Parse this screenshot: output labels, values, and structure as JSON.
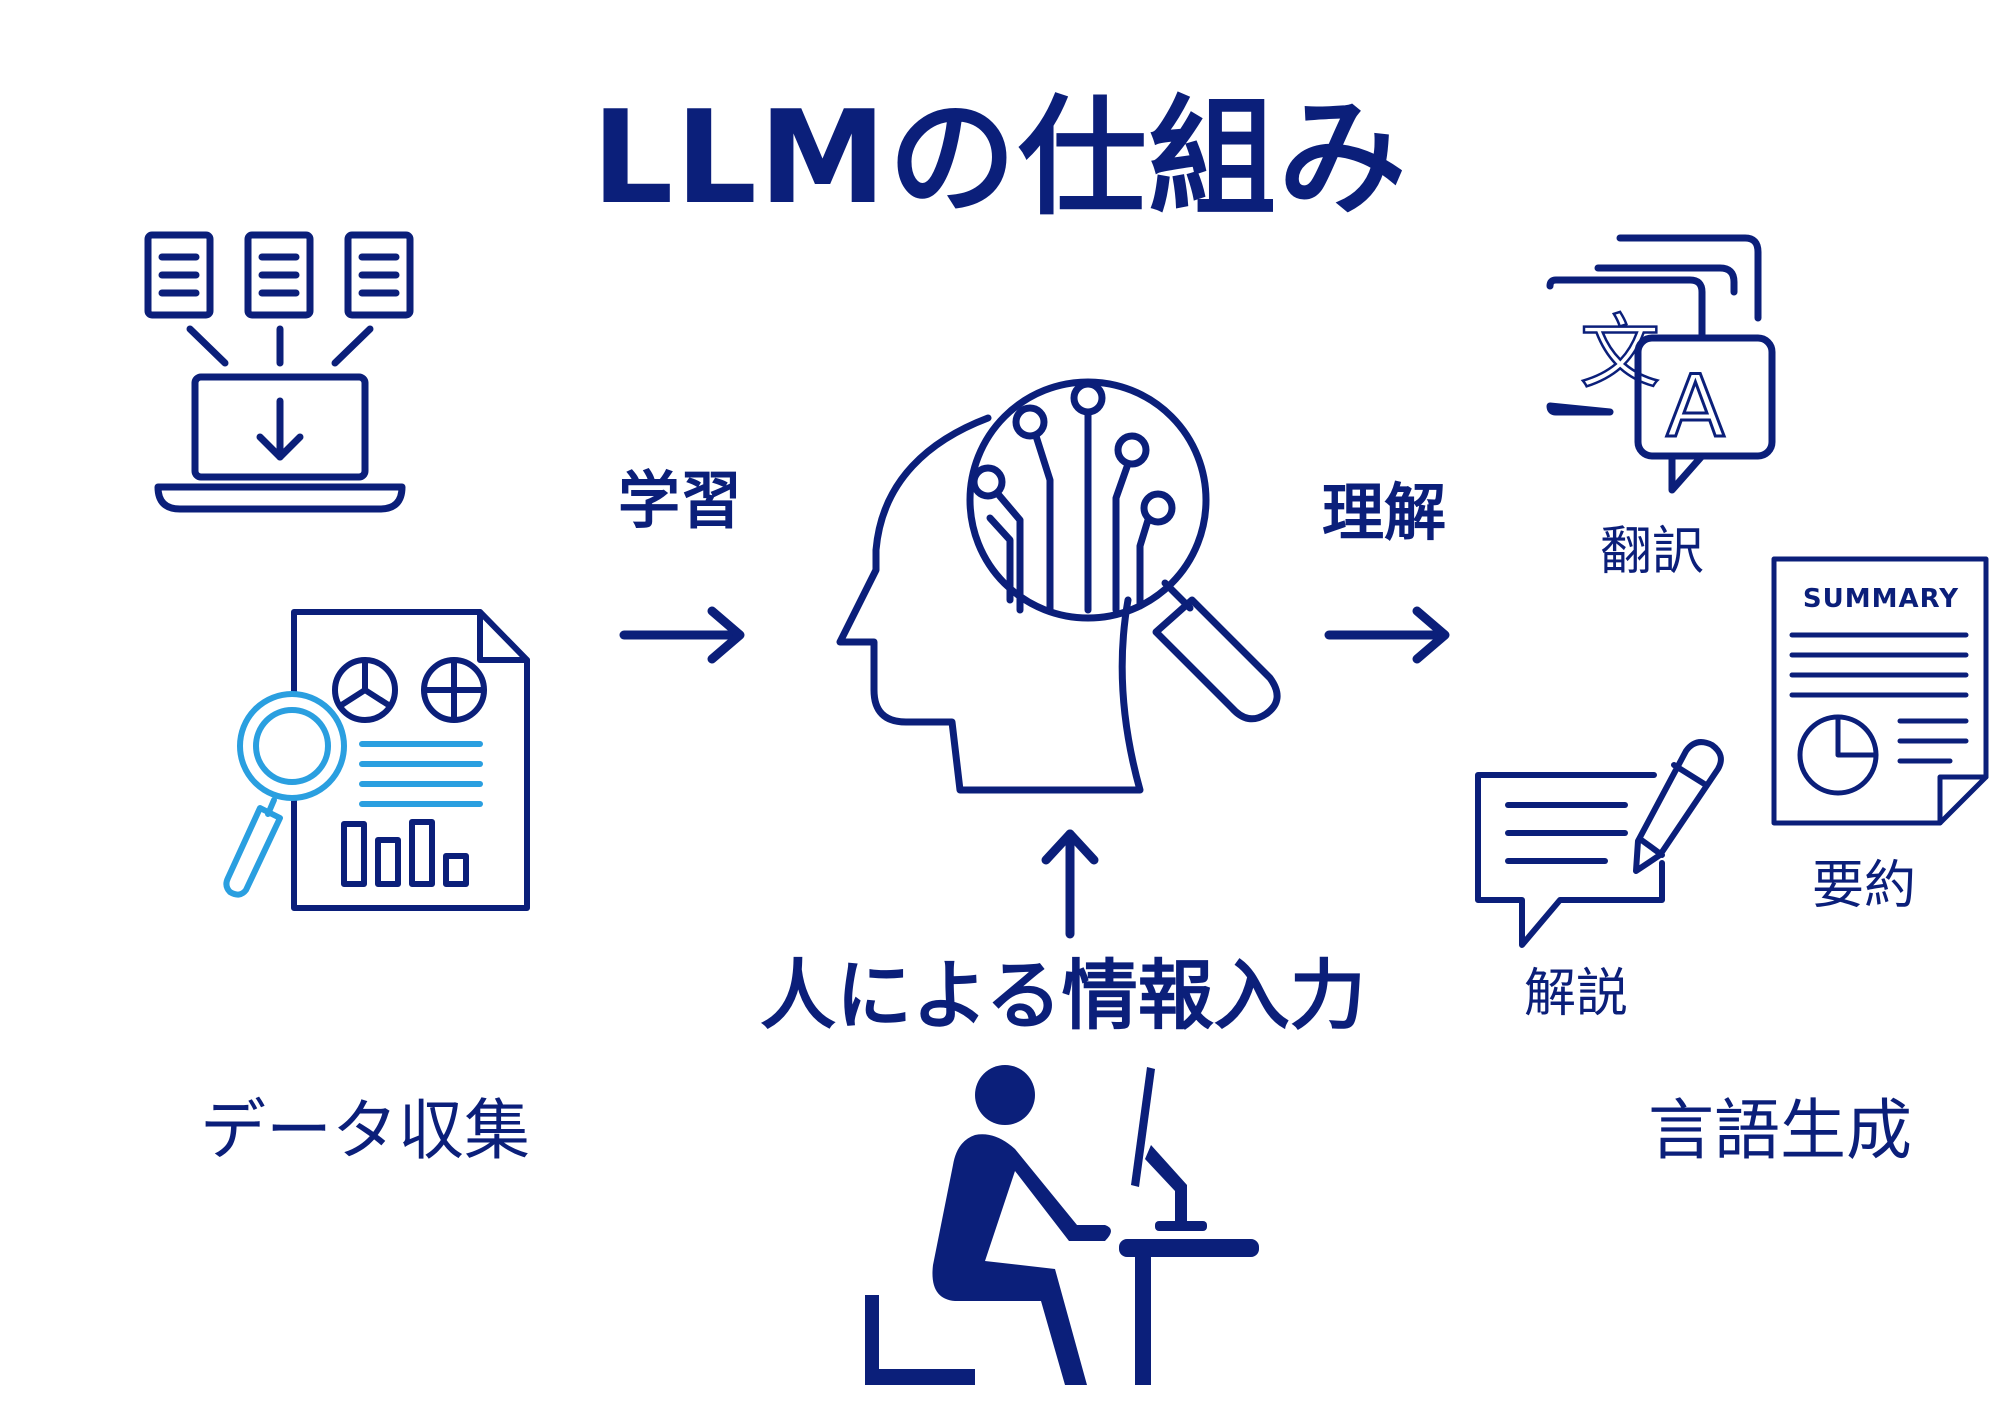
{
  "title": "LLMの仕組み",
  "colors": {
    "primary": "#0b1f7a",
    "accent": "#2a9fe0",
    "background": "#ffffff"
  },
  "steps": {
    "learning": "学習",
    "understanding": "理解",
    "human_input": "人による情報入力"
  },
  "sections": {
    "data_collection": "データ収集",
    "language_generation": "言語生成"
  },
  "outputs": {
    "translation": "翻訳",
    "summary": "要約",
    "explanation": "解説"
  },
  "icons": {
    "translate_glyph_a": "文",
    "translate_glyph_b": "A",
    "summary_doc_heading": "SUMMARY"
  }
}
